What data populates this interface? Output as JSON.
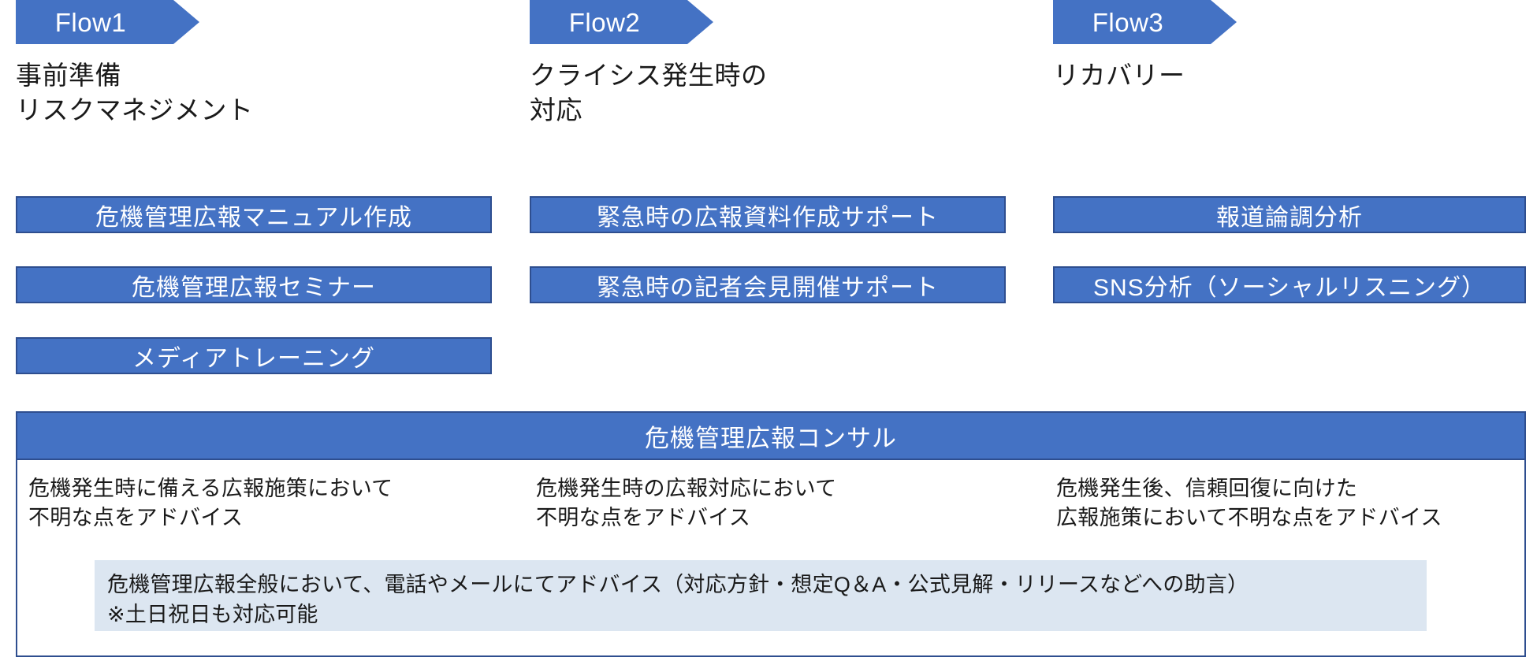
{
  "theme": {
    "accent_blue": "#4472C4",
    "accent_border": "#2E4E8F",
    "note_bg": "#DCE6F1",
    "text": "#1a1a1a",
    "bar_text": "#ffffff"
  },
  "flows": [
    {
      "banner_label": "Flow1",
      "subtitle": "事前準備\nリスクマネジメント",
      "services": [
        "危機管理広報マニュアル作成",
        "危機管理広報セミナー",
        "メディアトレーニング"
      ]
    },
    {
      "banner_label": "Flow2",
      "subtitle": "クライシス発生時の\n対応",
      "services": [
        "緊急時の広報資料作成サポート",
        "緊急時の記者会見開催サポート"
      ]
    },
    {
      "banner_label": "Flow3",
      "subtitle": "リカバリー",
      "services": [
        "報道論調分析",
        "SNS分析（ソーシャルリスニング）"
      ]
    }
  ],
  "consulting_panel": {
    "header": "危機管理広報コンサル",
    "descriptions": [
      "危機発生時に備える広報施策において\n不明な点をアドバイス",
      "危機発生時の広報対応において\n不明な点をアドバイス",
      "危機発生後、信頼回復に向けた\n広報施策において不明な点をアドバイス"
    ],
    "note": "危機管理広報全般において、電話やメールにてアドバイス（対応方針・想定Q＆A・公式見解・リリースなどへの助言）\n※土日祝日も対応可能"
  }
}
